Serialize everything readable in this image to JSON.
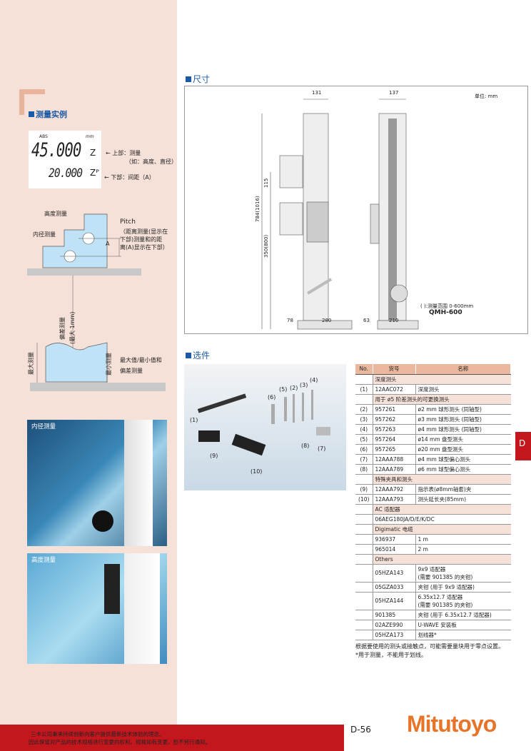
{
  "left": {
    "section_title": "测量实例",
    "display": {
      "abs": "ABS",
      "unit": "mm",
      "upper_value": "45.000",
      "upper_axis": "Z",
      "lower_value": "20.000",
      "lower_axis": "Zᴾ",
      "upper_label_1": "上部：测量",
      "upper_label_2": "（如：高度、直径）",
      "lower_label": "下部：间距（A）"
    },
    "pitch_diagram": {
      "height_label": "高度测量",
      "bore_label": "内径测量",
      "pitch_title": "Pitch",
      "pitch_desc_1": "（距离测量(显示在",
      "pitch_desc_2": "下部)测量和的距",
      "pitch_desc_3": "离(A)显示在下部）",
      "a_label": "A"
    },
    "deviation_diagram": {
      "deviation_label": "偏差测量",
      "max_label": "(最大 1mm)",
      "max_height": "最大测量",
      "min_height": "最小测量",
      "desc_1": "最大值/最小值和",
      "desc_2": "偏差测量"
    },
    "photo1_label": "内径测量",
    "photo2_label": "高度测量"
  },
  "dimensions": {
    "section_title": "尺寸",
    "unit": "单位: mm",
    "front": {
      "width": "131",
      "overall_height": "784(1016)",
      "probe_height": "115",
      "range": "350(800)",
      "offset": "78",
      "base": "280"
    },
    "side": {
      "width": "137",
      "offset": "63",
      "base": "210"
    },
    "range_note": "( ):测量范围 0-600mm",
    "model": "QMH-600"
  },
  "options": {
    "section_title": "选件",
    "photo_labels": [
      "(1)",
      "(2)",
      "(3)",
      "(4)",
      "(5)",
      "(6)",
      "(7)",
      "(8)",
      "(9)",
      "(10)"
    ],
    "headers": [
      "No.",
      "货号",
      "名称"
    ],
    "rows": [
      {
        "type": "section",
        "name": "深度测头"
      },
      {
        "no": "(1)",
        "code": "12AAC072",
        "name": "深度测头"
      },
      {
        "type": "section",
        "name": "用于 ø5 阶差测头的可更换测头"
      },
      {
        "no": "(2)",
        "code": "957261",
        "name": "ø2 mm 球形测头 (同轴型)"
      },
      {
        "no": "(3)",
        "code": "957262",
        "name": "ø3 mm 球形测头 (同轴型)"
      },
      {
        "no": "(4)",
        "code": "957263",
        "name": "ø4 mm 球形测头 (同轴型)"
      },
      {
        "no": "(5)",
        "code": "957264",
        "name": "ø14 mm 盘型测头"
      },
      {
        "no": "(6)",
        "code": "957265",
        "name": "ø20 mm 盘型测头"
      },
      {
        "no": "(7)",
        "code": "12AAA788",
        "name": "ø4 mm 球型偏心测头"
      },
      {
        "no": "(8)",
        "code": "12AAA789",
        "name": "ø6 mm 球型偏心测头"
      },
      {
        "type": "section",
        "name": "特殊夹具和测头"
      },
      {
        "no": "(9)",
        "code": "12AAA792",
        "name": "指示表(ø8mm轴套)夹"
      },
      {
        "no": "(10)",
        "code": "12AAA793",
        "name": "测头延长夹(85mm)"
      },
      {
        "type": "section",
        "name": "AC 适配器"
      },
      {
        "type": "section2",
        "name": "06AEG180JA/D/E/K/DC"
      },
      {
        "type": "section",
        "name": "Digimatic 电缆"
      },
      {
        "no": "",
        "code": "936937",
        "name": "1 m"
      },
      {
        "no": "",
        "code": "965014",
        "name": "2 m"
      },
      {
        "type": "section",
        "name": "Others"
      },
      {
        "no": "",
        "code": "05HZA143",
        "name": "9x9 适配器",
        "name2": "(需要 901385 的夹钳)"
      },
      {
        "no": "",
        "code": "05GZA033",
        "name": "夹钳 (用于 9x9 适配器)"
      },
      {
        "no": "",
        "code": "05HZA144",
        "name": "6.35x12.7 适配器",
        "name2": "(需要 901385 的夹钳)"
      },
      {
        "no": "",
        "code": "901385",
        "name": "夹钳 (用于 6.35x12.7 适配器)"
      },
      {
        "no": "",
        "code": "02AZE990",
        "name": "U-WAVE 安装板"
      },
      {
        "no": "",
        "code": "05HZA173",
        "name": "划线器*"
      }
    ],
    "note_1": "根据要使用的测头或接触点，可能需要量块用于零点设置。",
    "note_2": "*用于测量，不能用于划线。"
  },
  "side_tab": "D",
  "footer": {
    "line_1": "三丰公司秉承持续创新向客户提供最新技术体验的理念。",
    "line_2": "因此保留对产品的技术规格进行变更的权利。规格如有变更，恕不另行通知。",
    "page": "D-56",
    "brand": "Mitutoyo"
  },
  "colors": {
    "accent_blue": "#1b5aa6",
    "brand_orange": "#e8742a",
    "footer_red": "#c4171d",
    "panel_pink": "#f6e1d8"
  }
}
